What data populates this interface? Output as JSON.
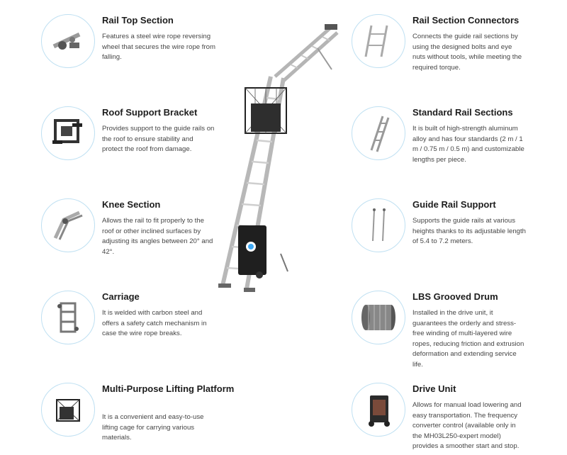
{
  "features_left": [
    {
      "title": "Rail Top Section",
      "icon": "rail-top-section-icon",
      "desc": "Features a steel wire rope reversing wheel that secures the wire rope from falling."
    },
    {
      "title": "Roof Support Bracket",
      "icon": "roof-support-bracket-icon",
      "desc": "Provides support to the guide rails on the roof to ensure stability and protect the roof from damage."
    },
    {
      "title": "Knee Section",
      "icon": "knee-section-icon",
      "desc": "Allows the rail to fit properly to the roof or other inclined surfaces by adjusting its angles between 20° and 42°."
    },
    {
      "title": "Carriage",
      "icon": "carriage-icon",
      "desc": "It is welded with carbon steel and offers a safety catch mechanism in case the wire rope breaks."
    },
    {
      "title": "Multi-Purpose Lifting Platform",
      "icon": "lifting-platform-icon",
      "desc": "It is a convenient and easy-to-use lifting cage for carrying various materials."
    }
  ],
  "features_right": [
    {
      "title": "Rail Section Connectors",
      "icon": "rail-connectors-icon",
      "desc": "Connects the guide rail sections by using the designed bolts and eye nuts without tools, while meeting the required torque."
    },
    {
      "title": "Standard Rail Sections",
      "icon": "standard-rail-icon",
      "desc": "It is built of high-strength aluminum alloy and has four standards (2 m / 1 m / 0.75 m / 0.5 m) and customizable lengths per piece."
    },
    {
      "title": "Guide Rail Support",
      "icon": "guide-rail-support-icon",
      "desc": "Supports the guide rails at various heights thanks to its adjustable length of 5.4 to 7.2 meters."
    },
    {
      "title": "LBS Grooved Drum",
      "icon": "grooved-drum-icon",
      "desc": "Installed in the drive unit, it guarantees the orderly and stress-free winding of multi-layered wire ropes, reducing friction and extrusion deformation and extending service life."
    },
    {
      "title": "Drive Unit",
      "icon": "drive-unit-icon",
      "desc": "Allows for manual load lowering and easy transportation. The frequency converter control (available only in the MH03L250-expert model) provides a smoother start and stop."
    }
  ],
  "colors": {
    "circle_border": "#bfe0f2",
    "title": "#1d1d1d",
    "text": "#454545",
    "accent": "#3fa9f5"
  }
}
